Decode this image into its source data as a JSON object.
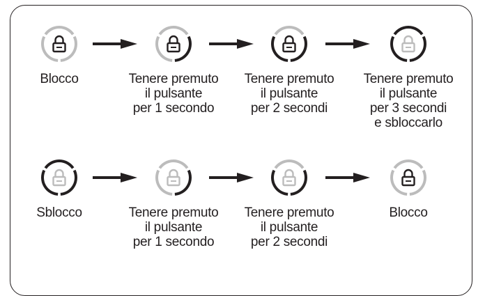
{
  "colors": {
    "dark": "#231f20",
    "light": "#bcbcbc",
    "arrow": "#231f20"
  },
  "rows": [
    {
      "steps": [
        {
          "label": "Blocco",
          "lock_state": "locked",
          "ring_progress": 0.0,
          "icon": "lock-icon"
        },
        {
          "label": "Tenere premuto\nil pulsante\nper 1 secondo",
          "lock_state": "locked",
          "ring_progress": 0.3333,
          "icon": "lock-icon"
        },
        {
          "label": "Tenere premuto\nil pulsante\nper 2 secondi",
          "lock_state": "locked",
          "ring_progress": 0.6667,
          "icon": "lock-icon"
        },
        {
          "label": "Tenere premuto\nil pulsante\nper 3 secondi\ne sbloccarlo",
          "lock_state": "unlocked",
          "ring_progress": 1.0,
          "icon": "lock-icon"
        }
      ]
    },
    {
      "steps": [
        {
          "label": "Sblocco",
          "lock_state": "unlocked",
          "ring_progress": 1.0,
          "icon": "lock-icon"
        },
        {
          "label": "Tenere premuto\nil pulsante\nper 1 secondo",
          "lock_state": "unlocked",
          "ring_progress": 0.3333,
          "icon": "lock-icon"
        },
        {
          "label": "Tenere premuto\nil pulsante\nper 2 secondi",
          "lock_state": "unlocked",
          "ring_progress": 0.6667,
          "icon": "lock-icon"
        },
        {
          "label": "Blocco",
          "lock_state": "locked",
          "ring_progress": 0.0,
          "icon": "lock-icon"
        }
      ]
    }
  ]
}
